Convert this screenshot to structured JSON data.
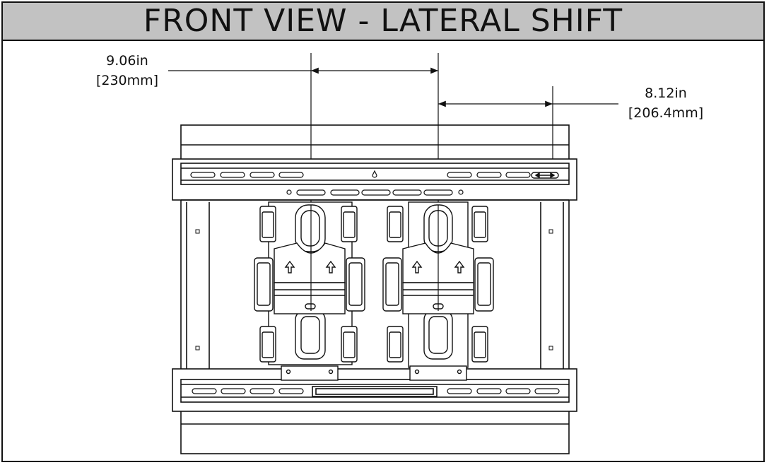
{
  "title": "FRONT VIEW - LATERAL SHIFT",
  "dimensions": {
    "left": {
      "imperial": "9.06in",
      "metric": "[230mm]"
    },
    "right": {
      "imperial": "8.12in",
      "metric": "[206.4mm]"
    }
  },
  "colors": {
    "title_background": "#c2c2c2",
    "line": "#111111",
    "frame_fill": "#ffffff"
  },
  "icons": [
    "up-arrow-icon",
    "double-arrow-icon",
    "teardrop-hole-icon"
  ]
}
